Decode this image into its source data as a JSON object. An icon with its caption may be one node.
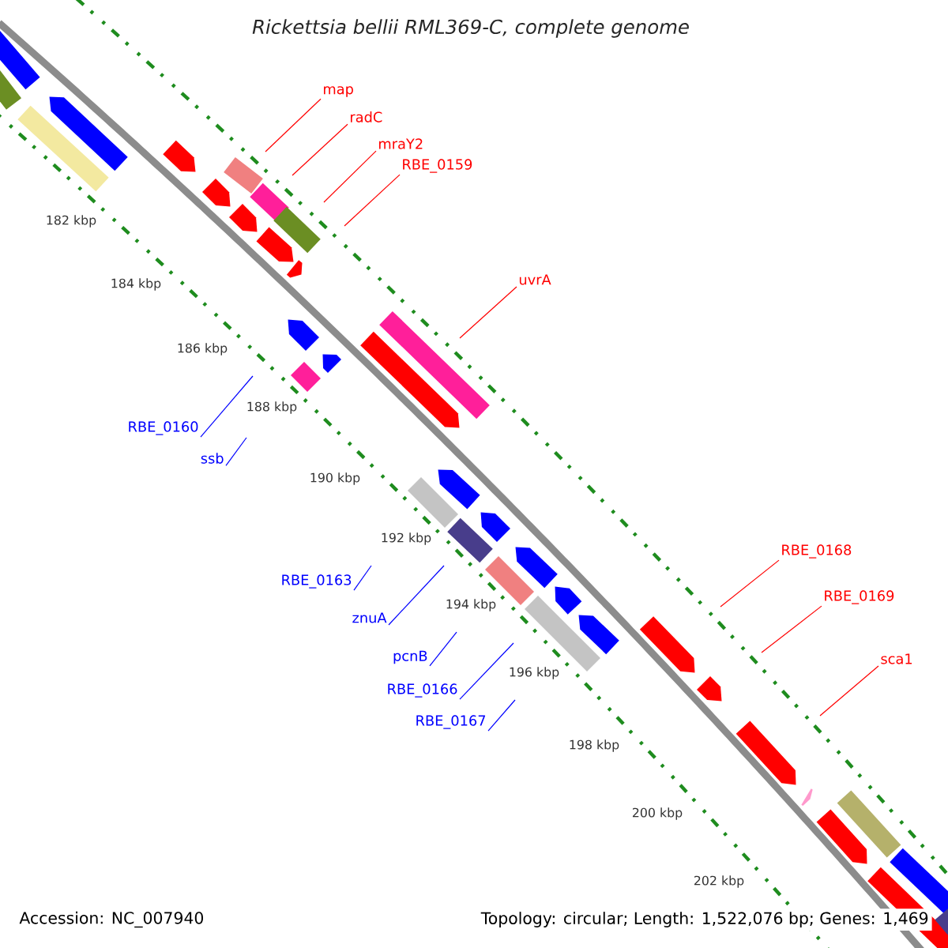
{
  "diagram": {
    "title": "Rickettsia bellii RML369-C, complete genome",
    "nodes": [
      {
        "text": [
          "map"
        ]
      },
      {
        "text": [
          "radC"
        ]
      },
      {
        "text": [
          "mraY2"
        ]
      },
      {
        "text": [
          "RBE_0159"
        ]
      },
      {
        "text": [
          "uvrA"
        ]
      },
      {
        "text": [
          "RBE_0160"
        ]
      },
      {
        "text": [
          "ssb"
        ]
      },
      {
        "text": [
          "RBE_0163"
        ]
      },
      {
        "text": [
          "znuA"
        ]
      },
      {
        "text": [
          "pcnB"
        ]
      },
      {
        "text": [
          "RBE_0166"
        ]
      },
      {
        "text": [
          "RBE_0167"
        ]
      },
      {
        "text": [
          "RBE_0168"
        ]
      },
      {
        "text": [
          "RBE_0169"
        ]
      },
      {
        "text": [
          "sca1"
        ]
      }
    ],
    "edges": [
      {
        "from": 0,
        "to": null,
        "arrow": "none"
      },
      {
        "from": 1,
        "to": null,
        "arrow": "none"
      },
      {
        "from": 2,
        "to": null,
        "arrow": "none"
      },
      {
        "from": 3,
        "to": null,
        "arrow": "none"
      },
      {
        "from": 4,
        "to": null,
        "arrow": "none"
      },
      {
        "from": 5,
        "to": null,
        "arrow": "none",
        "color": "#0000ff"
      },
      {
        "from": 6,
        "to": null,
        "arrow": "none",
        "color": "#0000ff"
      },
      {
        "from": 7,
        "to": null,
        "arrow": "none",
        "color": "#0000ff"
      },
      {
        "from": 8,
        "to": null,
        "arrow": "none",
        "color": "#0000ff"
      },
      {
        "from": 9,
        "to": null,
        "arrow": "none",
        "color": "#0000ff"
      },
      {
        "from": 10,
        "to": null,
        "arrow": "none",
        "color": "#0000ff"
      },
      {
        "from": 11,
        "to": null,
        "arrow": "none",
        "color": "#0000ff"
      },
      {
        "from": 12,
        "to": null,
        "arrow": "none"
      },
      {
        "from": 13,
        "to": null,
        "arrow": "none"
      },
      {
        "from": 14,
        "to": null,
        "arrow": "none"
      }
    ],
    "labels": [
      "182 kbp",
      "184 kbp",
      "186 kbp",
      "188 kbp",
      "190 kbp",
      "192 kbp",
      "194 kbp",
      "196 kbp",
      "198 kbp",
      "200 kbp",
      "202 kbp",
      "Accession: NC_007940",
      "Topology: circular; Length: 1,522,076 bp; Genes: 1,469"
    ]
  }
}
